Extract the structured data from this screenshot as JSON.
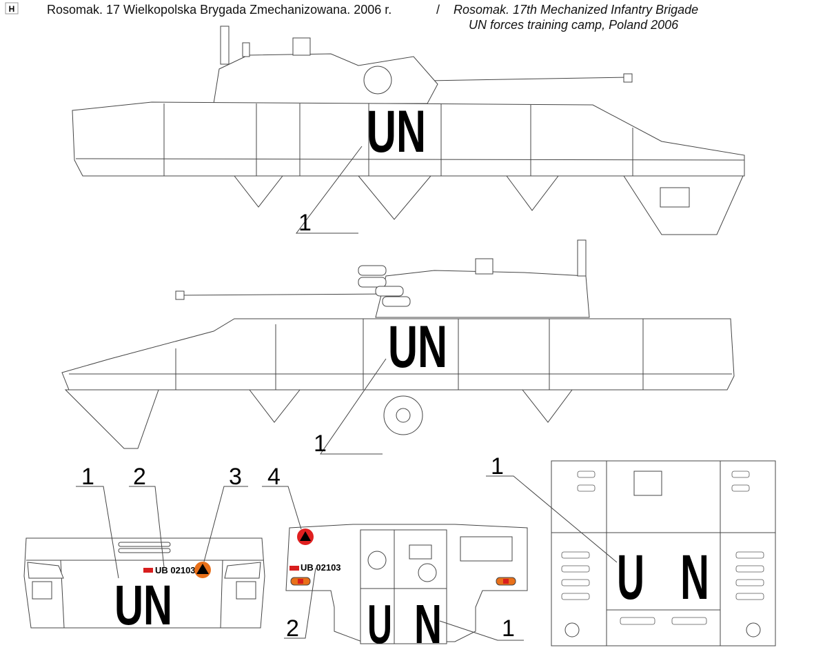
{
  "header": {
    "logo": "H",
    "title_pl": "Rosomak. 17 Wielkopolska Brygada Zmechanizowana. 2006 r.",
    "separator": "/",
    "title_en_line1": "Rosomak. 17th Mechanized Infantry Brigade",
    "title_en_line2": "UN forces training camp, Poland 2006"
  },
  "markings": {
    "un": "UN",
    "u": "U",
    "n": "N",
    "registration": "UB 02103"
  },
  "callouts": {
    "side_right": "1",
    "side_left": "1",
    "front": [
      "1",
      "2",
      "3"
    ],
    "rear": [
      "4",
      "2",
      "1"
    ],
    "top": "1"
  },
  "colors": {
    "reg_plate_red": "#d81e1e",
    "front_triangle_orange": "#e8701a",
    "rear_triangle_red": "#e02020",
    "lamp_orange": "#e8701a",
    "lamp_red": "#d81e1e"
  }
}
